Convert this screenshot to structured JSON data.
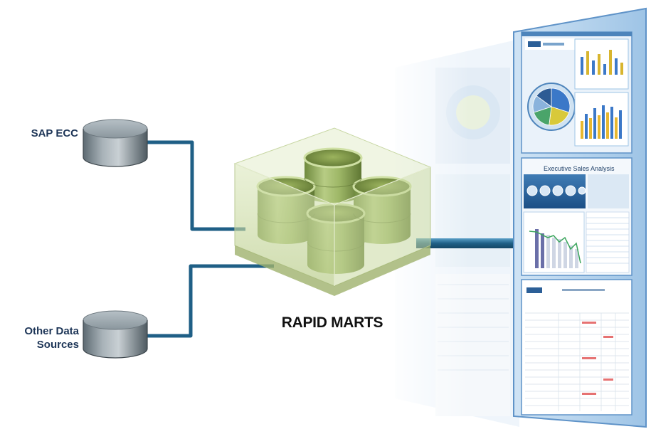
{
  "sources": [
    {
      "label": "SAP ECC",
      "icon": "database-cylinder-icon"
    },
    {
      "label_lines": [
        "Other Data",
        "Sources"
      ],
      "icon": "database-cylinder-icon"
    }
  ],
  "hub": {
    "label": "RAPID MARTS",
    "icon": "barrel-cluster-icon"
  },
  "dashboard": {
    "analysis_title": "Executive Sales Analysis",
    "pie_slices": [
      {
        "value": 30,
        "color": "#3b78c8"
      },
      {
        "value": 22,
        "color": "#d8c93a"
      },
      {
        "value": 18,
        "color": "#4aa46a"
      },
      {
        "value": 15,
        "color": "#8ab3dc"
      },
      {
        "value": 15,
        "color": "#2d5b94"
      }
    ]
  },
  "colors": {
    "connector": "#1f5f86",
    "source_label": "#1d3557",
    "marts_label": "#111111",
    "panel_border": "#5f93c8",
    "hub_green": "#a6bf73"
  }
}
